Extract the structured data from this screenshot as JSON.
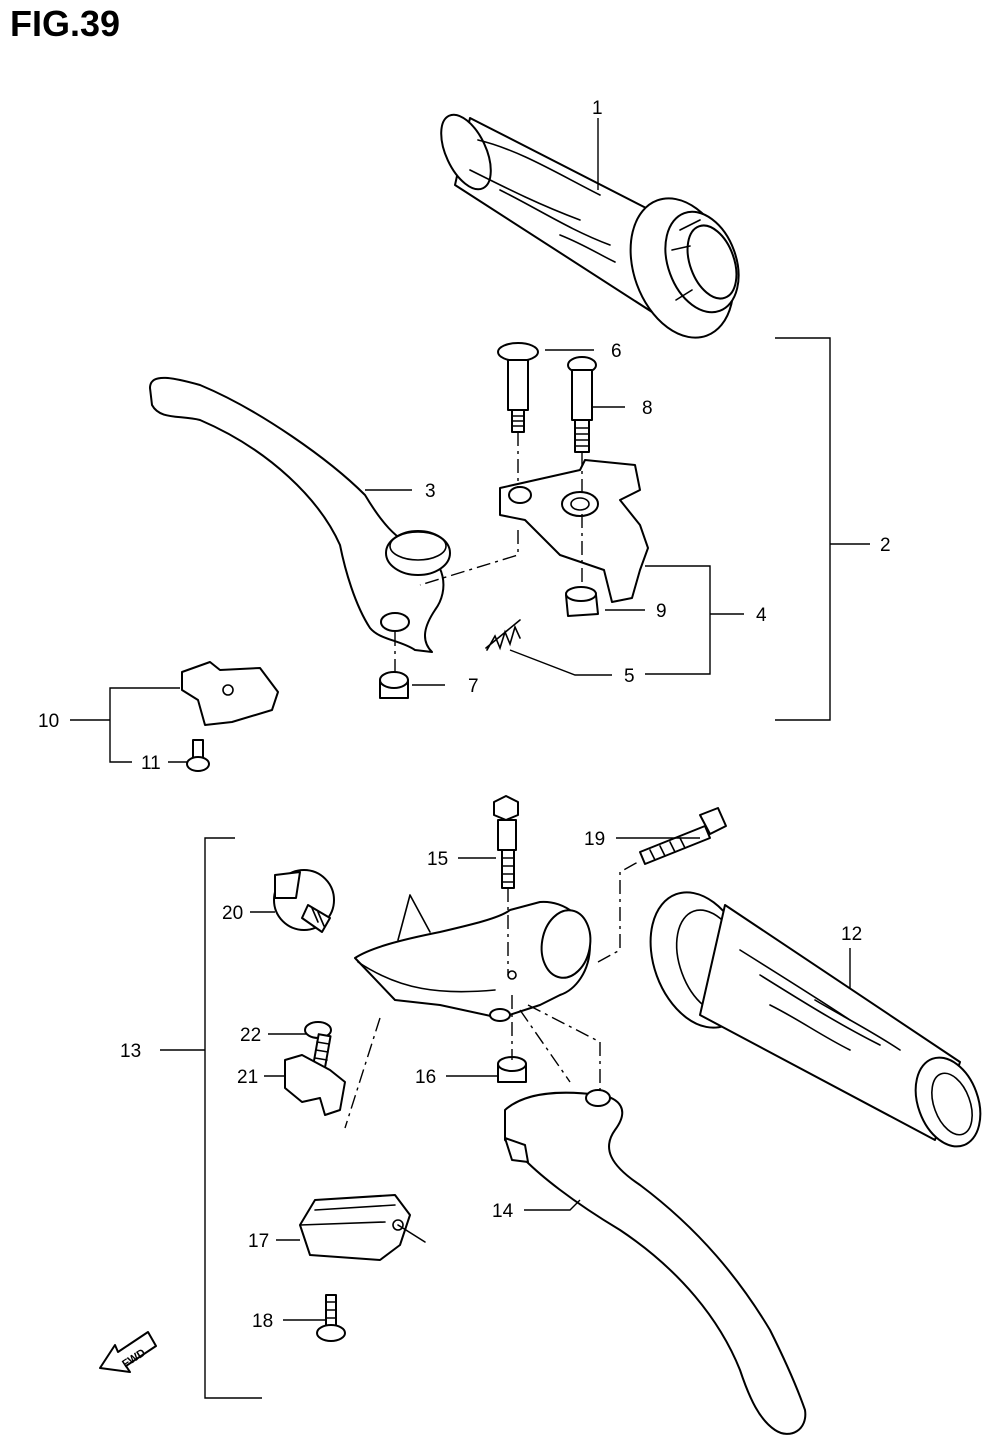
{
  "figure": {
    "title": "FIG.39"
  },
  "callouts": [
    "1",
    "2",
    "3",
    "4",
    "5",
    "6",
    "7",
    "8",
    "9",
    "10",
    "11",
    "12",
    "13",
    "14",
    "15",
    "16",
    "17",
    "18",
    "19",
    "20",
    "21",
    "22"
  ],
  "fwd_arrow": {
    "label": "FWD"
  }
}
